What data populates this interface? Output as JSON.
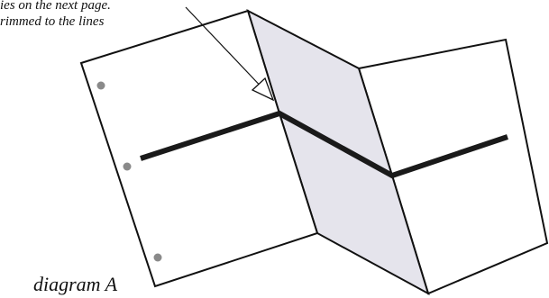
{
  "annotation": {
    "line_1": "ies on the next page.",
    "line_2": "rimmed to the lines"
  },
  "caption": "diagram A",
  "colors": {
    "outline": "#111111",
    "shaded_panel": "#e5e4ec",
    "fold_line": "#1a1a1a",
    "hole": "#8a8a8a"
  }
}
